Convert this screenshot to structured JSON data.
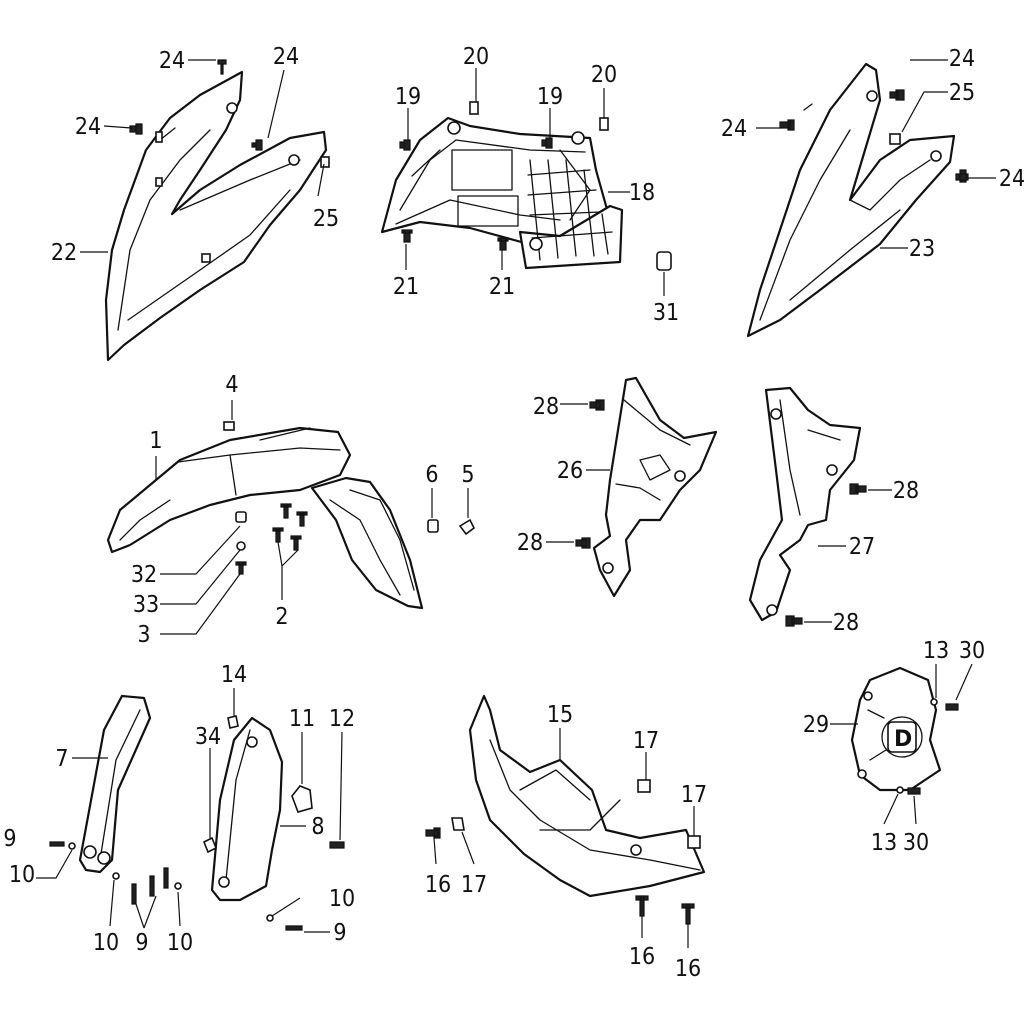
{
  "diagram": {
    "callouts": [
      {
        "id": "c1",
        "text": "1"
      },
      {
        "id": "c2",
        "text": "2"
      },
      {
        "id": "c3",
        "text": "3"
      },
      {
        "id": "c4",
        "text": "4"
      },
      {
        "id": "c5",
        "text": "5"
      },
      {
        "id": "c6",
        "text": "6"
      },
      {
        "id": "c7",
        "text": "7"
      },
      {
        "id": "c8",
        "text": "8"
      },
      {
        "id": "c9a",
        "text": "9"
      },
      {
        "id": "c9b",
        "text": "9"
      },
      {
        "id": "c9c",
        "text": "9"
      },
      {
        "id": "c10a",
        "text": "10"
      },
      {
        "id": "c10b",
        "text": "10"
      },
      {
        "id": "c10c",
        "text": "10"
      },
      {
        "id": "c10d",
        "text": "10"
      },
      {
        "id": "c11",
        "text": "11"
      },
      {
        "id": "c12",
        "text": "12"
      },
      {
        "id": "c13a",
        "text": "13"
      },
      {
        "id": "c13b",
        "text": "13"
      },
      {
        "id": "c14",
        "text": "14"
      },
      {
        "id": "c15",
        "text": "15"
      },
      {
        "id": "c16a",
        "text": "16"
      },
      {
        "id": "c16b",
        "text": "16"
      },
      {
        "id": "c16c",
        "text": "16"
      },
      {
        "id": "c17a",
        "text": "17"
      },
      {
        "id": "c17b",
        "text": "17"
      },
      {
        "id": "c17c",
        "text": "17"
      },
      {
        "id": "c18",
        "text": "18"
      },
      {
        "id": "c19a",
        "text": "19"
      },
      {
        "id": "c19b",
        "text": "19"
      },
      {
        "id": "c20a",
        "text": "20"
      },
      {
        "id": "c20b",
        "text": "20"
      },
      {
        "id": "c21a",
        "text": "21"
      },
      {
        "id": "c21b",
        "text": "21"
      },
      {
        "id": "c22",
        "text": "22"
      },
      {
        "id": "c23",
        "text": "23"
      },
      {
        "id": "c24a",
        "text": "24"
      },
      {
        "id": "c24b",
        "text": "24"
      },
      {
        "id": "c24c",
        "text": "24"
      },
      {
        "id": "c24d",
        "text": "24"
      },
      {
        "id": "c24e",
        "text": "24"
      },
      {
        "id": "c24f",
        "text": "24"
      },
      {
        "id": "c25a",
        "text": "25"
      },
      {
        "id": "c25b",
        "text": "25"
      },
      {
        "id": "c26",
        "text": "26"
      },
      {
        "id": "c27",
        "text": "27"
      },
      {
        "id": "c28a",
        "text": "28"
      },
      {
        "id": "c28b",
        "text": "28"
      },
      {
        "id": "c28c",
        "text": "28"
      },
      {
        "id": "c28d",
        "text": "28"
      },
      {
        "id": "c29",
        "text": "29"
      },
      {
        "id": "c30a",
        "text": "30"
      },
      {
        "id": "c30b",
        "text": "30"
      },
      {
        "id": "c31",
        "text": "31"
      },
      {
        "id": "c32",
        "text": "32"
      },
      {
        "id": "c33",
        "text": "33"
      },
      {
        "id": "c34",
        "text": "34"
      }
    ],
    "sprocket_cover_logo": "D"
  }
}
